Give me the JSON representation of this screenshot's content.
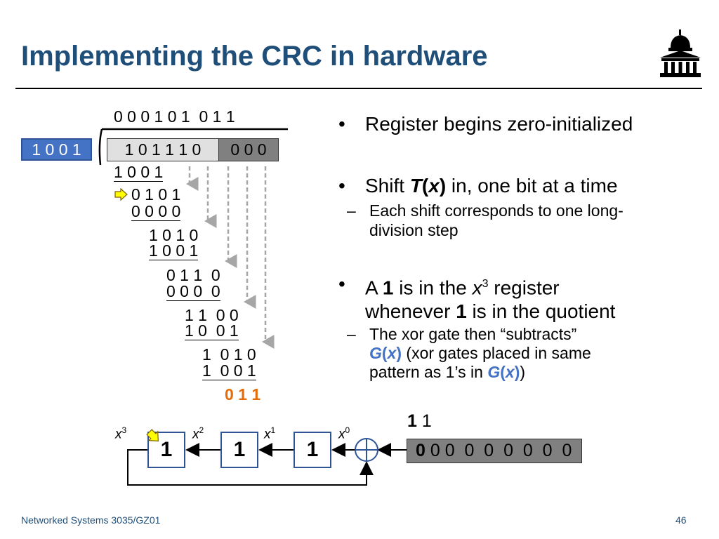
{
  "title": "Implementing the CRC in hardware",
  "footer": "Networked Systems 3035/GZ01",
  "page_number": "46",
  "division": {
    "quotient": "0 0 0 1 0 1  0 1 1",
    "generator": "1 0 0 1",
    "register_light": "1 0 1 1 1 0",
    "register_dark": "0 0 0",
    "steps": [
      "1 0 0 1",
      "0 1 0 1",
      "0 0 0 0",
      "1 0 1 0",
      "1 0 0 1",
      "0 1 1  0",
      "0 0 0  0",
      "1 1  0 0",
      "1 0  0 1",
      "1  0 1 0",
      "1  0 0 1"
    ],
    "remainder": "0 1 1"
  },
  "bullets": {
    "b1": "Register begins zero-initialized",
    "b2_prefix": "Shift ",
    "b2_T": "T",
    "b2_paren_open": "(",
    "b2_x": "x",
    "b2_paren_close": ")",
    "b2_suffix": " in, one bit at a time",
    "b2_sub": "Each shift corresponds to one long-division step",
    "b3_line1_a": "A ",
    "b3_one": "1",
    "b3_line1_b": " is in the ",
    "b3_x": "x",
    "b3_exp": "3",
    "b3_line1_c": " register",
    "b3_line2_a": "whenever ",
    "b3_one2": "1",
    "b3_line2_b": " is in the quotient",
    "b3_sub_a": "The xor gate then “subtracts”",
    "b3_sub_G": "G",
    "b3_sub_x": "x",
    "b3_sub_b": " (xor gates placed in same",
    "b3_sub_c": "pattern as 1’s in ",
    "b3_sub_d": ")"
  },
  "hardware": {
    "quotient_bold": "1",
    "quotient_rest": " 1",
    "registers": [
      "1",
      "1",
      "1"
    ],
    "labels": [
      {
        "base": "x",
        "exp": "3"
      },
      {
        "base": "x",
        "exp": "2"
      },
      {
        "base": "x",
        "exp": "1"
      },
      {
        "base": "x",
        "exp": "0"
      }
    ],
    "input_first": "0",
    "input_rest": " 0 0  0  0  0  0  0  0"
  },
  "colors": {
    "title": "#1f4e79",
    "accent_blue": "#4472c4",
    "remainder": "#e46c0a",
    "pointer": "#ffff00"
  },
  "icons": [
    "university-logo-icon",
    "pointer-arrow-icon",
    "xor-gate-icon"
  ]
}
